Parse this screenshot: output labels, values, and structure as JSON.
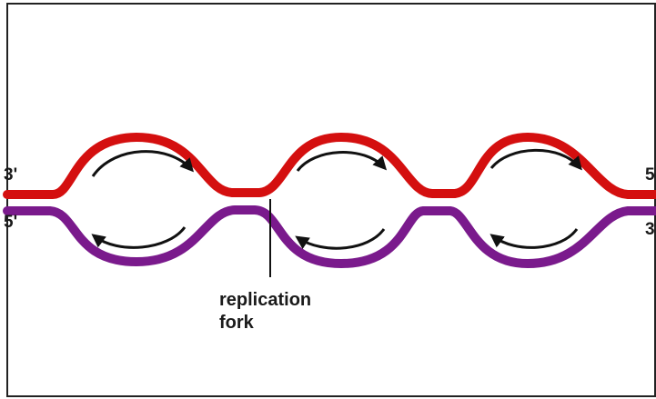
{
  "strands": {
    "top": {
      "left_end": "3'",
      "right_end": "5",
      "color": "#d40f0f"
    },
    "bottom": {
      "left_end": "5'",
      "right_end": "3",
      "color": "#7a1a8c"
    }
  },
  "fork_label": {
    "line1": "replication",
    "line2": "fork"
  },
  "arrow_color": "#111111",
  "frame_color": "#222222"
}
